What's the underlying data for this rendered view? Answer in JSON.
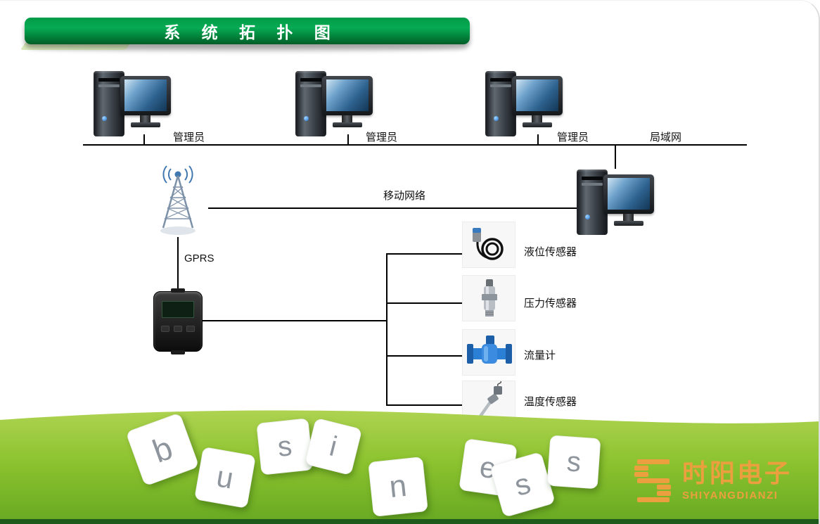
{
  "header": {
    "title": "系 统 拓 扑 图"
  },
  "network": {
    "admins": [
      "管理员",
      "管理员",
      "管理员"
    ],
    "lan_label": "局域网",
    "mobile_label": "移动网络",
    "gprs_label": "GPRS"
  },
  "sensors": [
    {
      "label": "液位传感器"
    },
    {
      "label": "压力传感器"
    },
    {
      "label": "流量计"
    },
    {
      "label": "温度传感器"
    }
  ],
  "tiles": [
    "b",
    "u",
    "s",
    "i",
    "n",
    "e",
    "s",
    "s"
  ],
  "logo": {
    "name": "时阳电子",
    "subtitle": "SHIYANGDIANZI"
  },
  "icons": {
    "desktop_computer": "desktop-pc-icon",
    "server_computer": "server-pc-icon",
    "antenna": "gprs-antenna-icon",
    "data_logger": "rtu-logger-icon",
    "level_sensor": "level-sensor-icon",
    "pressure_sensor": "pressure-sensor-icon",
    "flow_meter": "flow-meter-icon",
    "temperature_sensor": "temperature-sensor-icon"
  },
  "colors": {
    "banner_green_top": "#07ab54",
    "banner_green_bottom": "#015c28",
    "wave_green_light": "#a9d23f",
    "wave_green_dark": "#6fae24",
    "bottom_strip_green": "#1d5b1d",
    "logo_orange": "#eb9f3e",
    "line_color": "#000000",
    "screen_blue": "#2e628f"
  }
}
